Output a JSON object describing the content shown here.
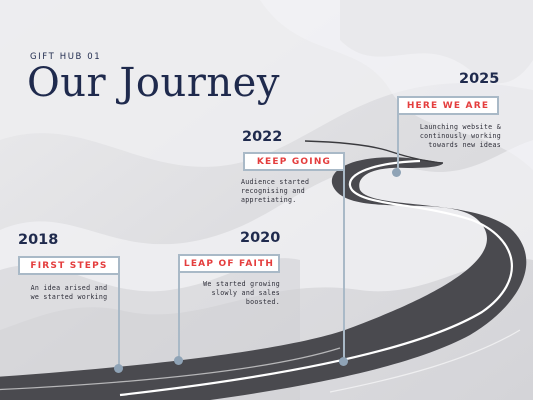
{
  "brand": "GIFT HUB 01",
  "title": "Our Journey",
  "milestones": [
    {
      "year": "2018",
      "label": "FIRST STEPS",
      "desc": [
        "An idea arised and",
        "we started working"
      ]
    },
    {
      "year": "2020",
      "label": "LEAP OF FAITH",
      "desc": [
        "We started growing",
        "slowly and sales",
        "boosted."
      ]
    },
    {
      "year": "2022",
      "label": "KEEP GOING",
      "desc": [
        "Audience started",
        "recognising and",
        "appretiating."
      ]
    },
    {
      "year": "2025",
      "label": "HERE WE ARE",
      "desc": [
        "Launching website &",
        "continously working",
        "towards new ideas"
      ]
    }
  ],
  "colors": {
    "navy": "#1f2a4d",
    "accent_red": "#e43d3d",
    "pole_blue": "#a9b9c7",
    "road": "#4a4a4f",
    "background": "#e4e4e6"
  }
}
